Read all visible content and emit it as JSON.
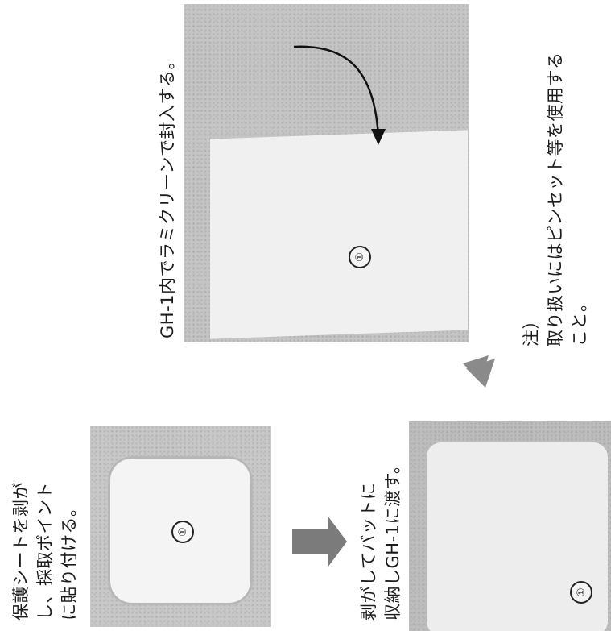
{
  "step1": {
    "line1": "保護シートを剥が",
    "line2": "し、採取ポイント",
    "line3": "に貼り付ける。",
    "marker": "①"
  },
  "step2": {
    "line1": "剥がしてバットに",
    "line2": "収納しGH-1に渡す。",
    "marker": "①"
  },
  "step3": {
    "line1": "GH-1内でラミクリーンで封入する。",
    "marker": "①"
  },
  "note": {
    "line1": "注）",
    "line2": "取り扱いにはピンセット等を使用する",
    "line3": "こと。"
  },
  "icons": {
    "arrow1": "arrow-down-icon",
    "arrow2": "arrow-up-right-icon",
    "arrow3": "curved-arrow-icon"
  }
}
